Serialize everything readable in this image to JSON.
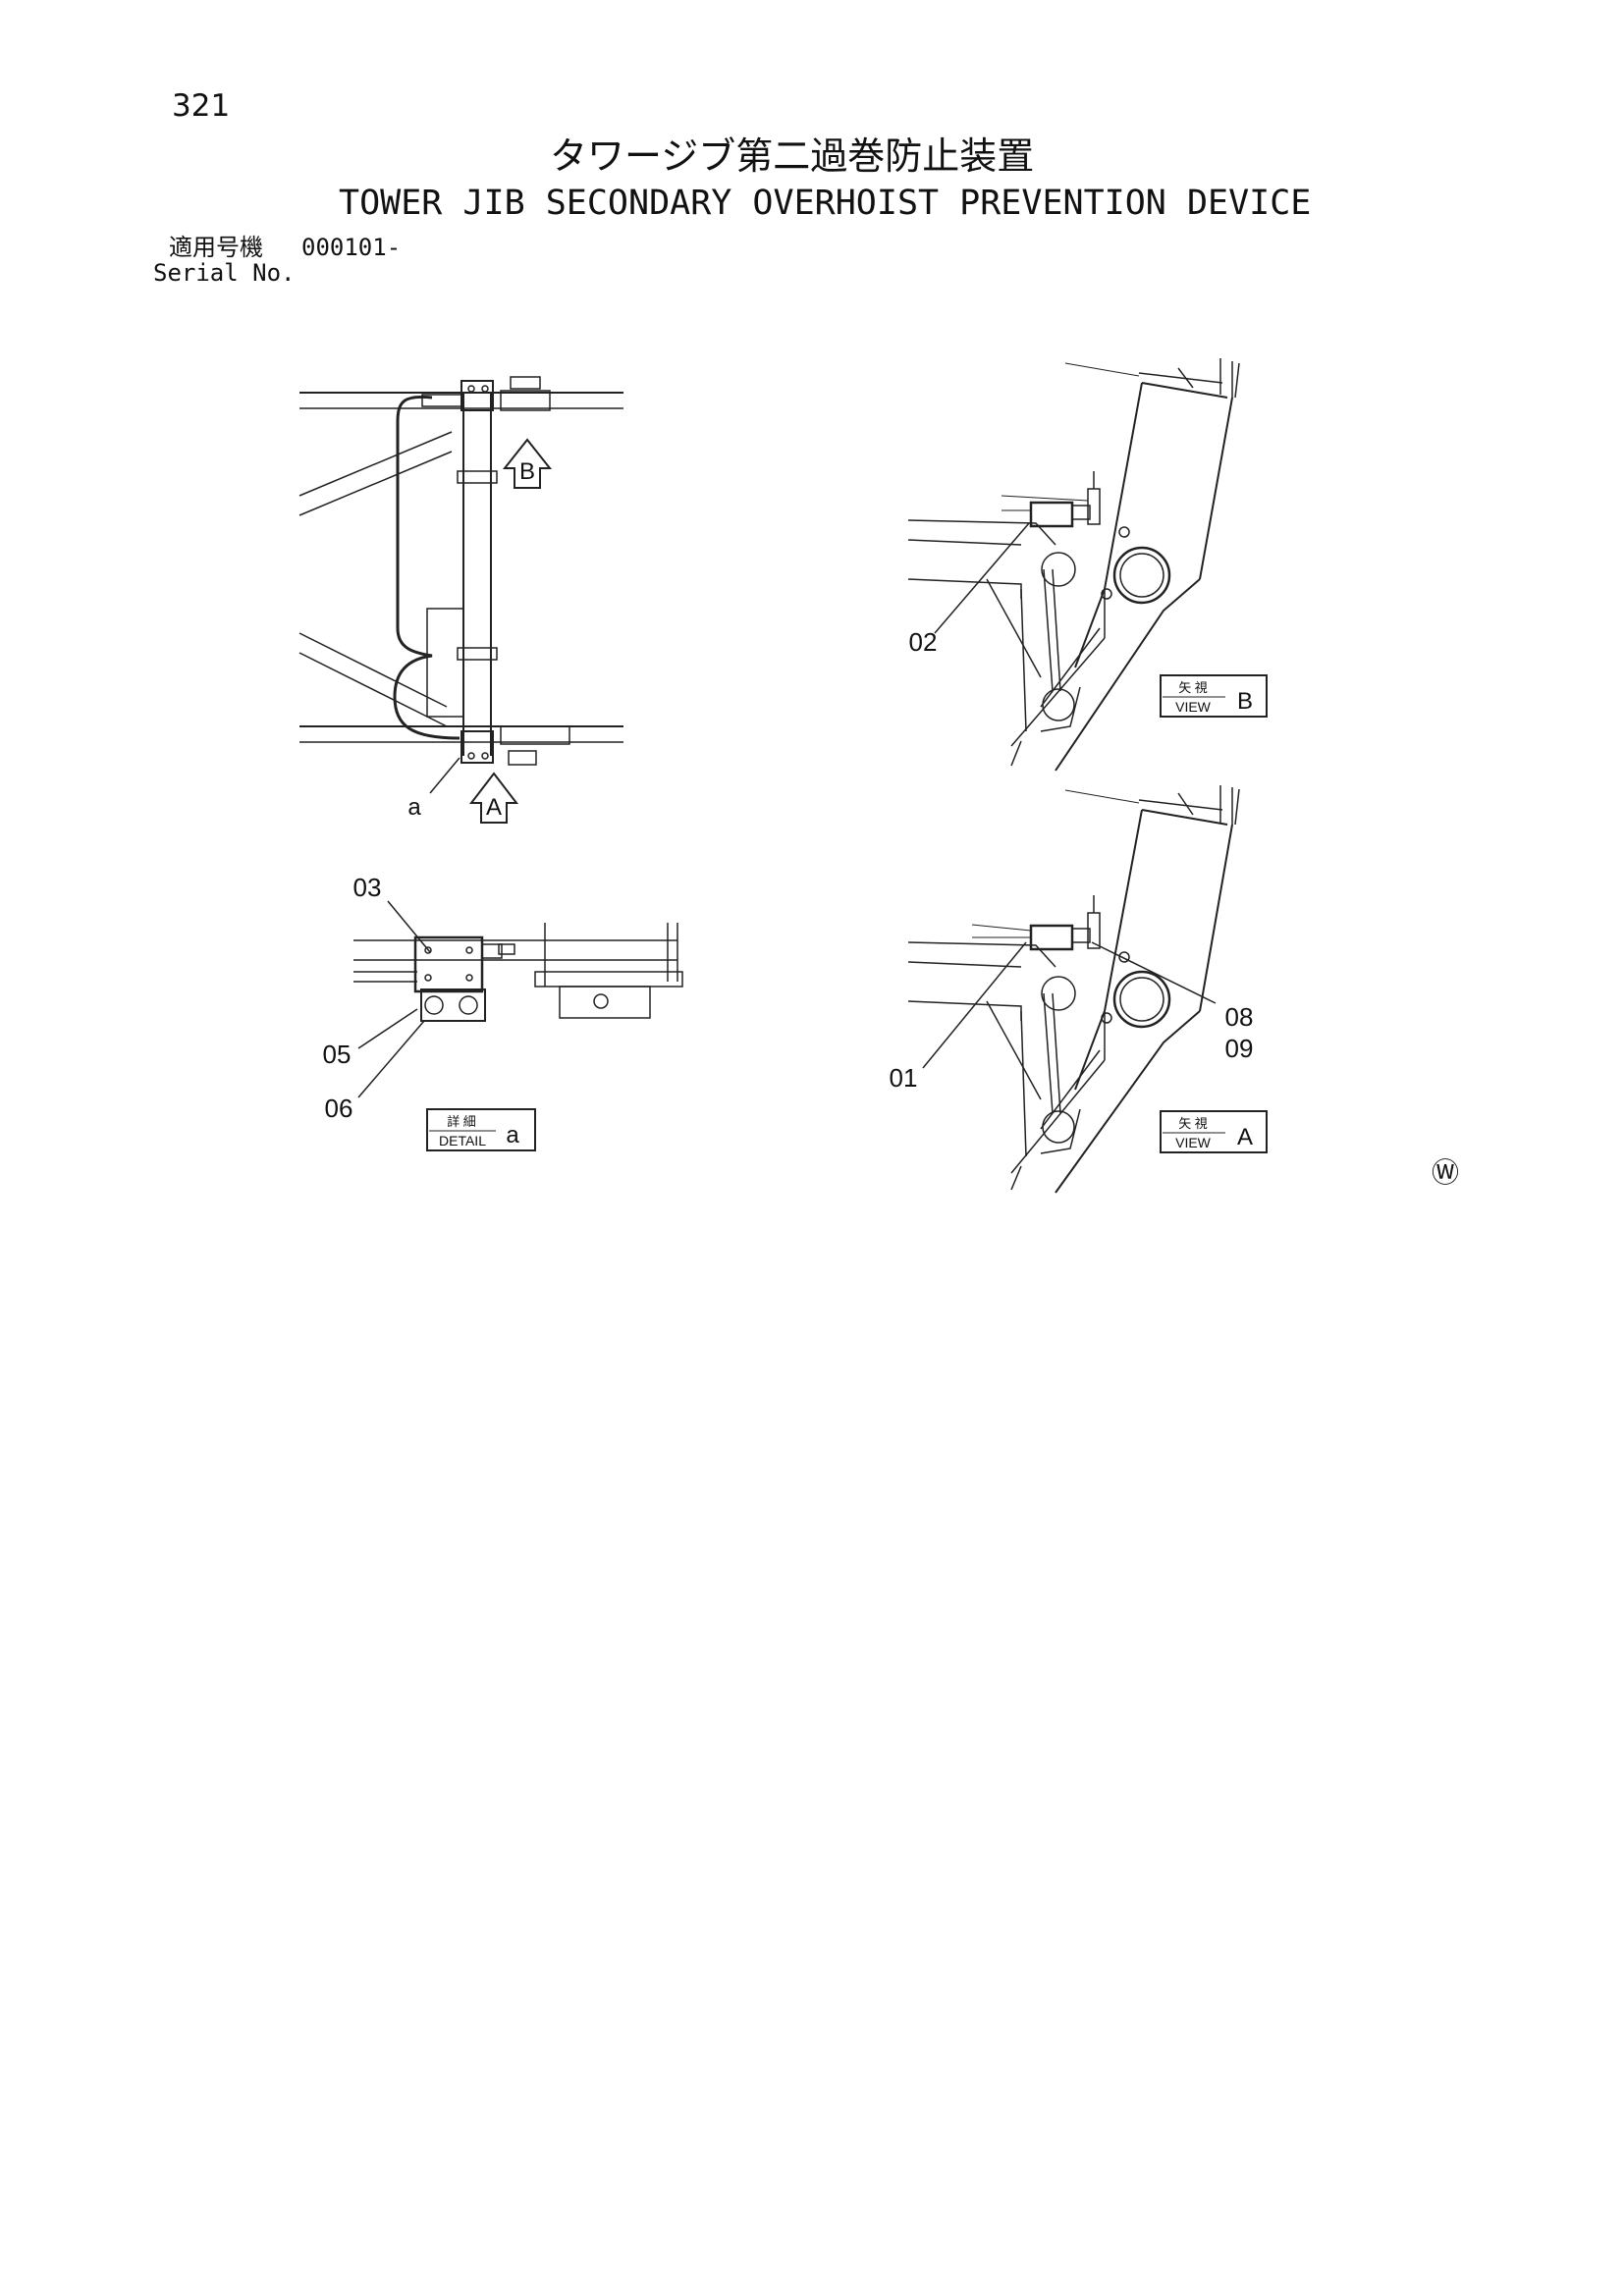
{
  "header": {
    "page_number": "321",
    "title_jp": "タワージブ第二過巻防止装置",
    "title_en": "TOWER JIB SECONDARY OVERHOIST PREVENTION DEVICE",
    "serial_label_jp": "適用号機",
    "serial_value": "000101-",
    "serial_label_en": "Serial No."
  },
  "diagram": {
    "view_b_arrow_letter": "B",
    "view_a_arrow_letter": "A",
    "detail_letter": "a",
    "part_labels": {
      "p01": "01",
      "p02": "02",
      "p03": "03",
      "p05": "05",
      "p06": "06",
      "p08": "08",
      "p09": "09"
    },
    "view_b_box": {
      "jp": "矢 視",
      "en": "VIEW",
      "letter": "B"
    },
    "view_a_box": {
      "jp": "矢 視",
      "en": "VIEW",
      "letter": "A"
    },
    "detail_box": {
      "jp": "詳 細",
      "en": "DETAIL",
      "letter": "a"
    },
    "watermark": "Ⓦ"
  }
}
